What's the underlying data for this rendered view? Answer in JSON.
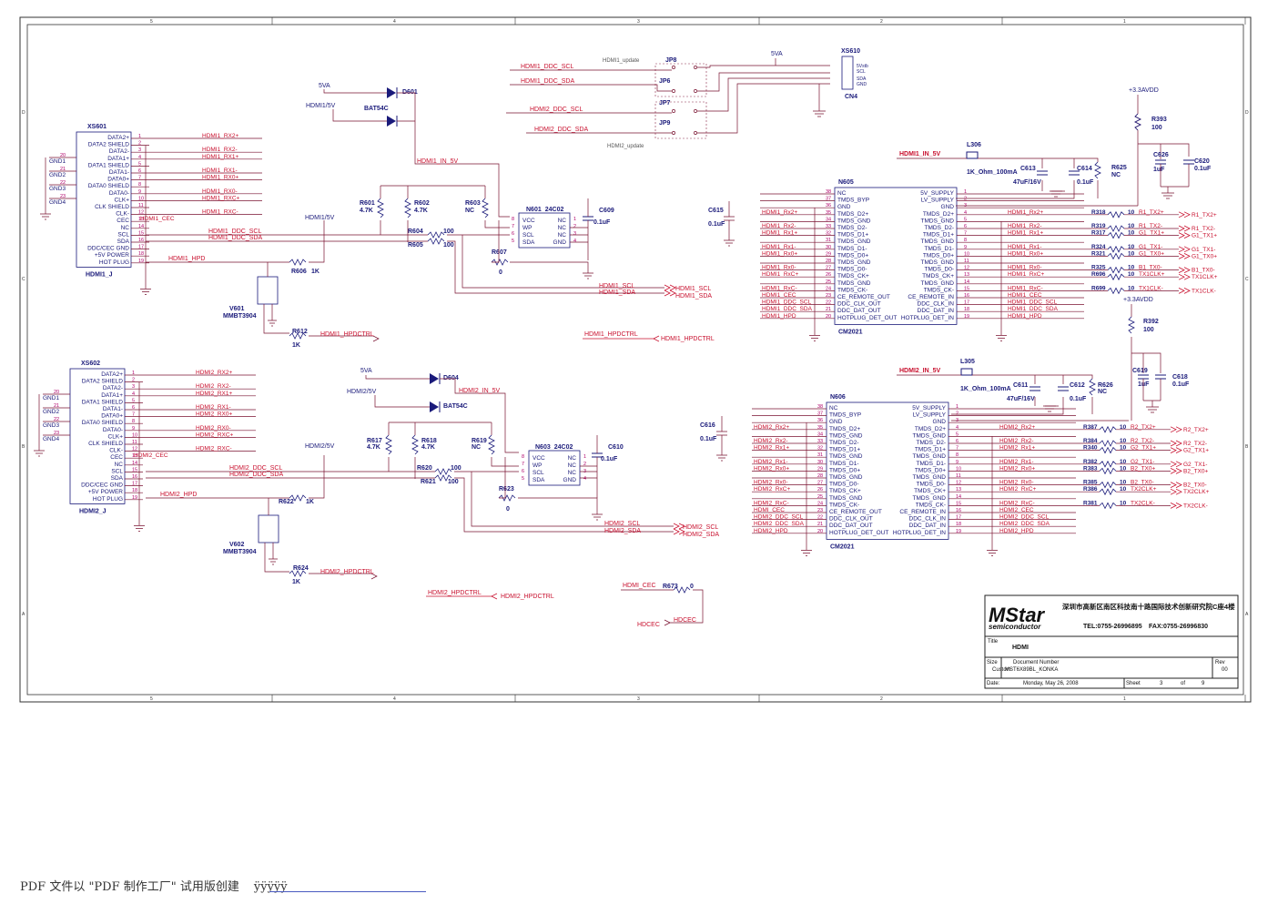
{
  "footer": {
    "text": "PDF 文件以 \"PDF 制作工厂\" 试用版创建",
    "junk": "ÿÿÿÿÿ"
  },
  "titleblock": {
    "logo": "MStar",
    "logo_sub": "semiconductor",
    "address": "深圳市高新区南区科技南十路国际技术创新研究院C座4楼",
    "tel": "TEL:0755-26996895",
    "fax": "FAX:0755-26996830",
    "title_label": "Title",
    "title": "HDMI",
    "size_label": "Size",
    "size": "Custom",
    "docnum_label": "Document Number",
    "docnum": "MST6X89BL_KONKA",
    "rev_label": "Rev",
    "rev": "00",
    "date_label": "Date:",
    "date": "Monday, May 26, 2008",
    "sheet_label": "Sheet",
    "sheet": "3",
    "of_label": "of",
    "of": "9"
  },
  "border": {
    "cols": [
      "5",
      "4",
      "3",
      "2",
      "1"
    ],
    "rows": [
      "D",
      "C",
      "B",
      "A"
    ]
  },
  "colors": {
    "net": "#c8102e",
    "wire": "#7a1230",
    "ink": "#1a1a7a",
    "pin": "#b0006a"
  },
  "nets": {
    "hdmi1_ddc_scl": "HDMI1_DDC_SCL",
    "hdmi1_ddc_sda": "HDMI1_DDC_SDA",
    "hdmi2_ddc_scl": "HDMI2_DDC_SCL",
    "hdmi2_ddc_sda": "HDMI2_DDC_SDA",
    "hdmi1_update": "HDMI1_update",
    "hdmi2_update": "HDMI2_update",
    "fivev_a": "5VA",
    "hdmi1_5v": "HDMI1/5V",
    "hdmi2_5v": "HDMI2/5V",
    "hdmi1_in_5v": "HDMI1_IN_5V",
    "hdmi2_in_5v": "HDMI2_IN_5V",
    "hdmi1_scl": "HDMI1_SCL",
    "hdmi1_sda": "HDMI1_SDA",
    "hdmi2_scl": "HDMI2_SCL",
    "hdmi2_sda": "HDMI2_SDA",
    "hdmi1_hpdctrl": "HDMI1_HPDCTRL",
    "hdmi2_hpdctrl": "HDMI2_HPDCTRL",
    "hdmi1_hpd": "HDMI1_HPD",
    "hdmi2_hpd": "HDMI2_HPD",
    "hdmi1_cec": "HDMI1_CEC",
    "hdmi2_cec": "HDMI2_CEC",
    "hdmi_cec": "HDMI_CEC",
    "hdcec": "HDCEC",
    "v33avdd": "+3.3AVDD"
  },
  "parts": {
    "xs610": "XS610",
    "cn4": "CN4",
    "xs610_pins": [
      "5Vstb",
      "SCL",
      "SDA",
      "GND"
    ],
    "jp8": "JP8",
    "jp6": "JP6",
    "jp7": "JP7",
    "jp9": "JP9",
    "d601": "D601",
    "d604": "D604",
    "bat54c": "BAT54C",
    "xs601": "XS601",
    "xs602": "XS602",
    "hdmi1_j": "HDMI1_J",
    "hdmi2_j": "HDMI2_J",
    "n601": "N601",
    "n603": "N603",
    "eeprom": "24C02",
    "n605": "N605",
    "n606": "N606",
    "cm2021": "CM2021",
    "r601": "R601",
    "r602": "R602",
    "r603": "R603",
    "r604": "R604",
    "r605": "R605",
    "r606": "R606",
    "r607": "R607",
    "r612": "R612",
    "r617": "R617",
    "r618": "R618",
    "r619": "R619",
    "r620": "R620",
    "r621": "R621",
    "r622": "R622",
    "r623": "R623",
    "r624": "R624",
    "r673": "R673",
    "r393": "R393",
    "r392": "R392",
    "r625": "R625",
    "r626": "R626",
    "v601": "V601",
    "v602": "V602",
    "mmbt": "MMBT3904",
    "l306": "L306",
    "l305": "L305",
    "ferrite": "1K_Ohm_100mA",
    "c609": "C609",
    "c610": "C610",
    "c613": "C613",
    "c614": "C614",
    "c615": "C615",
    "c611": "C611",
    "c612": "C612",
    "c616": "C616",
    "c626": "C626",
    "c620": "C620",
    "c619": "C619",
    "c618": "C618",
    "v4k7": "4.7K",
    "nc": "NC",
    "v100": "100",
    "v1k": "1K",
    "v0": "0",
    "v01uf": "0.1uF",
    "v47uf": "47uF/16V",
    "v1uf": "1uF",
    "v10": "10"
  },
  "connector_pins": [
    {
      "n": "1",
      "name": "DATA2+"
    },
    {
      "n": "2",
      "name": "DATA2 SHIELD"
    },
    {
      "n": "3",
      "name": "DATA2-"
    },
    {
      "n": "4",
      "name": "DATA1+"
    },
    {
      "n": "5",
      "name": "DATA1 SHIELD"
    },
    {
      "n": "6",
      "name": "DATA1-"
    },
    {
      "n": "7",
      "name": "DATA0+"
    },
    {
      "n": "8",
      "name": "DATA0 SHIELD"
    },
    {
      "n": "9",
      "name": "DATA0-"
    },
    {
      "n": "10",
      "name": "CLK+"
    },
    {
      "n": "11",
      "name": "CLK SHIELD"
    },
    {
      "n": "12",
      "name": "CLK-"
    },
    {
      "n": "13",
      "name": "CEC"
    },
    {
      "n": "14",
      "name": "NC"
    },
    {
      "n": "15",
      "name": "SCL"
    },
    {
      "n": "16",
      "name": "SDA"
    },
    {
      "n": "17",
      "name": "DDC/CEC GND"
    },
    {
      "n": "18",
      "name": "+5V POWER"
    },
    {
      "n": "19",
      "name": "HOT PLUG"
    }
  ],
  "connector_gnd": [
    {
      "n": "20",
      "name": "GND1"
    },
    {
      "n": "21",
      "name": "GND2"
    },
    {
      "n": "22",
      "name": "GND3"
    },
    {
      "n": "23",
      "name": "GND4"
    }
  ],
  "hdmi1_conn_nets": [
    "HDMI1_RX2+",
    "HDMI1_RX2-",
    "HDMI1_RX1+",
    "HDMI1_RX1-",
    "HDMI1_RX0+",
    "HDMI1_RX0-",
    "HDMI1_RXC+",
    "HDMI1_RXC-"
  ],
  "hdmi2_conn_nets": [
    "HDMI2_RX2+",
    "HDMI2_RX2-",
    "HDMI2_RX1+",
    "HDMI2_RX1-",
    "HDMI2_RX0+",
    "HDMI2_RX0-",
    "HDMI2_RXC+",
    "HDMI2_RXC-"
  ],
  "eeprom_left": [
    {
      "n": "8",
      "name": "VCC"
    },
    {
      "n": "7",
      "name": "WP"
    },
    {
      "n": "6",
      "name": "SCL"
    },
    {
      "n": "5",
      "name": "SDA"
    }
  ],
  "eeprom_right": [
    {
      "n": "1",
      "name": "NC"
    },
    {
      "n": "2",
      "name": "NC"
    },
    {
      "n": "3",
      "name": "NC"
    },
    {
      "n": "4",
      "name": "GND"
    }
  ],
  "cm_left": [
    {
      "n": "38",
      "name": "NC"
    },
    {
      "n": "37",
      "name": "TMDS_BYP"
    },
    {
      "n": "36",
      "name": "GND"
    },
    {
      "n": "35",
      "name": "TMDS_D2+"
    },
    {
      "n": "34",
      "name": "TMDS_GND"
    },
    {
      "n": "33",
      "name": "TMDS_D2-"
    },
    {
      "n": "32",
      "name": "TMDS_D1+"
    },
    {
      "n": "31",
      "name": "TMDS_GND"
    },
    {
      "n": "30",
      "name": "TMDS_D1-"
    },
    {
      "n": "29",
      "name": "TMDS_D0+"
    },
    {
      "n": "28",
      "name": "TMDS_GND"
    },
    {
      "n": "27",
      "name": "TMDS_D0-"
    },
    {
      "n": "26",
      "name": "TMDS_CK+"
    },
    {
      "n": "25",
      "name": "TMDS_GND"
    },
    {
      "n": "24",
      "name": "TMDS_CK-"
    },
    {
      "n": "23",
      "name": "CE_REMOTE_OUT"
    },
    {
      "n": "22",
      "name": "DDC_CLK_OUT"
    },
    {
      "n": "21",
      "name": "DDC_DAT_OUT"
    },
    {
      "n": "20",
      "name": "HOTPLUG_DET_OUT"
    }
  ],
  "cm_right": [
    {
      "n": "1",
      "name": "5V_SUPPLY"
    },
    {
      "n": "2",
      "name": "LV_SUPPLY"
    },
    {
      "n": "3",
      "name": "GND"
    },
    {
      "n": "4",
      "name": "TMDS_D2+"
    },
    {
      "n": "5",
      "name": "TMDS_GND"
    },
    {
      "n": "6",
      "name": "TMDS_D2-"
    },
    {
      "n": "7",
      "name": "TMDS_D1+"
    },
    {
      "n": "8",
      "name": "TMDS_GND"
    },
    {
      "n": "9",
      "name": "TMDS_D1-"
    },
    {
      "n": "10",
      "name": "TMDS_D0+"
    },
    {
      "n": "11",
      "name": "TMDS_GND"
    },
    {
      "n": "12",
      "name": "TMDS_D0-"
    },
    {
      "n": "13",
      "name": "TMDS_CK+"
    },
    {
      "n": "14",
      "name": "TMDS_GND"
    },
    {
      "n": "15",
      "name": "TMDS_CK-"
    },
    {
      "n": "16",
      "name": "CE_REMOTE_IN"
    },
    {
      "n": "17",
      "name": "DDC_CLK_IN"
    },
    {
      "n": "18",
      "name": "DDC_DAT_IN"
    },
    {
      "n": "19",
      "name": "HOTPLUG_DET_IN"
    }
  ],
  "n605_left_nets": [
    "",
    "",
    "",
    "HDMI1_Rx2+",
    "",
    "HDMI1_Rx2-",
    "HDMI1_Rx1+",
    "",
    "HDMI1_Rx1-",
    "HDMI1_Rx0+",
    "",
    "HDMI1_Rx0-",
    "HDMI1_RxC+",
    "",
    "HDMI1_RxC-",
    "HDMI1_CEC",
    "HDMI1_DDC_SCL",
    "HDMI1_DDC_SDA",
    "HDMI1_HPD"
  ],
  "n605_right_nets": [
    "",
    "",
    "",
    "HDMI1_Rx2+",
    "",
    "HDMI1_Rx2-",
    "HDMI1_Rx1+",
    "",
    "HDMI1_Rx1-",
    "HDMI1_Rx0+",
    "",
    "HDMI1_Rx0-",
    "HDMI1_RxC+",
    "",
    "HDMI1_RxC-",
    "HDMI1_CEC",
    "HDMI1_DDC_SCL",
    "HDMI1_DDC_SDA",
    "HDMI1_HPD"
  ],
  "n606_left_nets": [
    "",
    "",
    "",
    "HDMI2_Rx2+",
    "",
    "HDMI2_Rx2-",
    "HDMI2_Rx1+",
    "",
    "HDMI2_Rx1-",
    "HDMI2_Rx0+",
    "",
    "HDMI2_Rx0-",
    "HDMI2_RxC+",
    "",
    "HDMI2_RxC-",
    "HDMI_CEC",
    "HDMI2_DDC_SCL",
    "HDMI2_DDC_SDA",
    "HDMI2_HPD"
  ],
  "n606_right_nets": [
    "",
    "",
    "",
    "HDMI2_Rx2+",
    "",
    "HDMI2_Rx2-",
    "HDMI2_Rx1+",
    "",
    "HDMI2_Rx1-",
    "HDMI2_Rx0+",
    "",
    "HDMI2_Rx0-",
    "HDMI2_RxC+",
    "",
    "HDMI2_RxC-",
    "HDMI2_CEC",
    "HDMI2_DDC_SCL",
    "HDMI2_DDC_SDA",
    "HDMI2_HPD"
  ],
  "n605_out": [
    {
      "pin": 4,
      "res": "R318",
      "val": "10",
      "net": "R1_TX2+"
    },
    {
      "pin": 6,
      "res": "R319",
      "val": "10",
      "net": "R1_TX2-"
    },
    {
      "pin": 7,
      "res": "R317",
      "val": "10",
      "net": "G1_TX1+"
    },
    {
      "pin": 9,
      "res": "R324",
      "val": "10",
      "net": "G1_TX1-"
    },
    {
      "pin": 10,
      "res": "R321",
      "val": "10",
      "net": "G1_TX0+"
    },
    {
      "pin": 12,
      "res": "R325",
      "val": "10",
      "net": "B1_TX0-"
    },
    {
      "pin": 13,
      "res": "R696",
      "val": "10",
      "net": "TX1CLK+"
    },
    {
      "pin": 15,
      "res": "R699",
      "val": "10",
      "net": "TX1CLK-"
    }
  ],
  "n605_ports": [
    "R1_TX2+",
    "R1_TX2-",
    "G1_TX1+",
    "G1_TX1-",
    "G1_TX0+",
    "B1_TX0-",
    "TX1CLK+",
    "TX1CLK-"
  ],
  "n606_out": [
    {
      "pin": 4,
      "res": "R387",
      "val": "10",
      "net": "R2_TX2+"
    },
    {
      "pin": 6,
      "res": "R384",
      "val": "10",
      "net": "R2_TX2-"
    },
    {
      "pin": 7,
      "res": "R340",
      "val": "10",
      "net": "G2_TX1+"
    },
    {
      "pin": 9,
      "res": "R382",
      "val": "10",
      "net": "G2_TX1-"
    },
    {
      "pin": 10,
      "res": "R383",
      "val": "10",
      "net": "B2_TX0+"
    },
    {
      "pin": 12,
      "res": "R385",
      "val": "10",
      "net": "B2_TX0-"
    },
    {
      "pin": 13,
      "res": "R386",
      "val": "10",
      "net": "TX2CLK+"
    },
    {
      "pin": 15,
      "res": "R381",
      "val": "10",
      "net": "TX2CLK-"
    }
  ],
  "n606_ports": [
    "R2_TX2+",
    "R2_TX2-",
    "G2_TX1+",
    "G2_TX1-",
    "B2_TX0+",
    "B2_TX0-",
    "TX2CLK+",
    "TX2CLK-"
  ]
}
